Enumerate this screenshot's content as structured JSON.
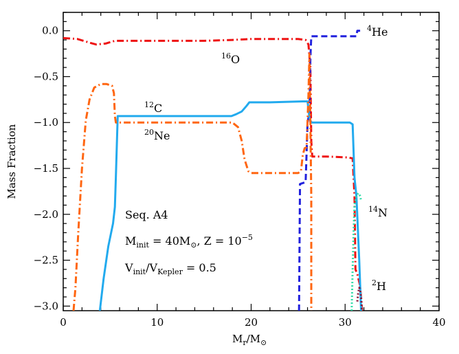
{
  "chart_data": {
    "type": "line",
    "title": "",
    "xlabel": {
      "main": "M",
      "sub": "r",
      "slash": "/M",
      "sub2": "⊙"
    },
    "ylabel": "Mass Fraction",
    "xlim": [
      0,
      40
    ],
    "ylim": [
      -3.05,
      0.2
    ],
    "yscale": "log10",
    "x_ticks": [
      0,
      10,
      20,
      30,
      40
    ],
    "x_tick_labels": [
      "0",
      "10",
      "20",
      "30",
      "40"
    ],
    "y_ticks": [
      0.0,
      -0.5,
      -1.0,
      -1.5,
      -2.0,
      -2.5,
      -3.0
    ],
    "y_tick_labels": [
      "0.0",
      "−0.5",
      "−1.0",
      "−1.5",
      "−2.0",
      "−2.5",
      "−3.0"
    ],
    "grid": false,
    "annotations": {
      "seq": "Seq. A4",
      "mass_line": {
        "p1": "M",
        "p1_sub": "init",
        "p2": " = 40M",
        "p2_sub": "⊙",
        "p3": ", Z = 10",
        "p3_sup": "−5"
      },
      "vel_line": {
        "p1": "V",
        "p1_sub": "init",
        "p2": "/V",
        "p2_sub": "Kepler",
        "p3": " = 0.5"
      }
    },
    "series": [
      {
        "name": "16O",
        "label": {
          "mass": "16",
          "el": "O"
        },
        "color": "#ee1111",
        "style": "dashdot",
        "points": [
          [
            0.0,
            -0.08
          ],
          [
            1.5,
            -0.09
          ],
          [
            2.8,
            -0.13
          ],
          [
            3.5,
            -0.15
          ],
          [
            4.5,
            -0.14
          ],
          [
            5.5,
            -0.11
          ],
          [
            10,
            -0.11
          ],
          [
            15,
            -0.11
          ],
          [
            18,
            -0.1
          ],
          [
            20,
            -0.09
          ],
          [
            23,
            -0.09
          ],
          [
            25,
            -0.09
          ],
          [
            25.8,
            -0.1
          ],
          [
            26.1,
            -0.15
          ],
          [
            26.3,
            -0.4
          ],
          [
            26.4,
            -1.2
          ],
          [
            26.5,
            -1.37
          ],
          [
            28,
            -1.37
          ],
          [
            30.2,
            -1.38
          ],
          [
            30.8,
            -1.39
          ],
          [
            31.0,
            -1.8
          ],
          [
            31.1,
            -2.6
          ],
          [
            31.3,
            -2.65
          ],
          [
            31.6,
            -2.78
          ],
          [
            31.8,
            -3.05
          ]
        ]
      },
      {
        "name": "4He",
        "label": {
          "mass": "4",
          "el": "He"
        },
        "color": "#2222dd",
        "style": "dashed",
        "points": [
          [
            25.1,
            -3.05
          ],
          [
            25.2,
            -1.67
          ],
          [
            25.8,
            -1.65
          ],
          [
            26.0,
            -1.0
          ],
          [
            26.2,
            -0.9
          ],
          [
            26.3,
            -0.3
          ],
          [
            26.4,
            -0.06
          ],
          [
            27.5,
            -0.06
          ],
          [
            30.5,
            -0.06
          ],
          [
            31.2,
            -0.06
          ],
          [
            31.3,
            0.0
          ],
          [
            31.6,
            0.0
          ]
        ]
      },
      {
        "name": "12C",
        "label": {
          "mass": "12",
          "el": "C"
        },
        "color": "#22aaee",
        "style": "solid",
        "points": [
          [
            3.9,
            -3.05
          ],
          [
            4.3,
            -2.7
          ],
          [
            4.8,
            -2.35
          ],
          [
            5.3,
            -2.1
          ],
          [
            5.5,
            -1.92
          ],
          [
            5.6,
            -1.6
          ],
          [
            5.8,
            -0.93
          ],
          [
            10,
            -0.93
          ],
          [
            15,
            -0.93
          ],
          [
            17.9,
            -0.93
          ],
          [
            18.4,
            -0.91
          ],
          [
            19,
            -0.88
          ],
          [
            19.5,
            -0.82
          ],
          [
            19.8,
            -0.78
          ],
          [
            22,
            -0.78
          ],
          [
            25.5,
            -0.77
          ],
          [
            26.0,
            -0.77
          ],
          [
            26.2,
            -0.95
          ],
          [
            26.4,
            -1.0
          ],
          [
            27,
            -1.0
          ],
          [
            30.5,
            -1.0
          ],
          [
            30.8,
            -1.02
          ],
          [
            31.0,
            -1.6
          ],
          [
            31.2,
            -1.8
          ],
          [
            31.5,
            -2.5
          ],
          [
            31.7,
            -3.05
          ]
        ]
      },
      {
        "name": "20Ne",
        "label": {
          "mass": "20",
          "el": "Ne"
        },
        "color": "#ff6611",
        "style": "dashdot",
        "points": [
          [
            1.1,
            -3.05
          ],
          [
            1.3,
            -2.8
          ],
          [
            1.6,
            -2.2
          ],
          [
            2.0,
            -1.5
          ],
          [
            2.4,
            -0.98
          ],
          [
            2.8,
            -0.75
          ],
          [
            3.3,
            -0.62
          ],
          [
            4.0,
            -0.58
          ],
          [
            4.6,
            -0.58
          ],
          [
            5.2,
            -0.6
          ],
          [
            5.4,
            -0.68
          ],
          [
            5.5,
            -0.93
          ],
          [
            5.6,
            -1.0
          ],
          [
            10,
            -1.0
          ],
          [
            15,
            -1.0
          ],
          [
            18,
            -1.0
          ],
          [
            18.6,
            -1.05
          ],
          [
            19.0,
            -1.2
          ],
          [
            19.3,
            -1.4
          ],
          [
            19.7,
            -1.53
          ],
          [
            20,
            -1.55
          ],
          [
            22,
            -1.55
          ],
          [
            24.5,
            -1.55
          ],
          [
            25.0,
            -1.55
          ],
          [
            25.3,
            -1.53
          ],
          [
            25.5,
            -1.35
          ],
          [
            25.7,
            -1.28
          ],
          [
            25.9,
            -1.27
          ],
          [
            26.1,
            -0.7
          ],
          [
            26.2,
            -0.25
          ],
          [
            26.3,
            -1.0
          ],
          [
            26.4,
            -1.8
          ],
          [
            26.4,
            -3.05
          ]
        ]
      },
      {
        "name": "14N",
        "label": {
          "mass": "14",
          "el": "N"
        },
        "color": "#33ddaa",
        "style": "dotted",
        "points": [
          [
            30.7,
            -3.05
          ],
          [
            30.8,
            -2.6
          ],
          [
            30.9,
            -2.2
          ],
          [
            31.0,
            -1.9
          ],
          [
            31.2,
            -1.8
          ],
          [
            31.4,
            -1.77
          ],
          [
            31.6,
            -1.8
          ],
          [
            31.7,
            -1.85
          ]
        ]
      },
      {
        "name": "2H",
        "label": {
          "mass": "2",
          "el": "H"
        },
        "color": "#881133",
        "style": "dotted",
        "points": [
          [
            31.3,
            -2.95
          ],
          [
            31.4,
            -2.85
          ],
          [
            31.5,
            -2.8
          ],
          [
            31.6,
            -2.82
          ],
          [
            31.7,
            -2.9
          ],
          [
            31.8,
            -3.05
          ]
        ]
      }
    ]
  }
}
